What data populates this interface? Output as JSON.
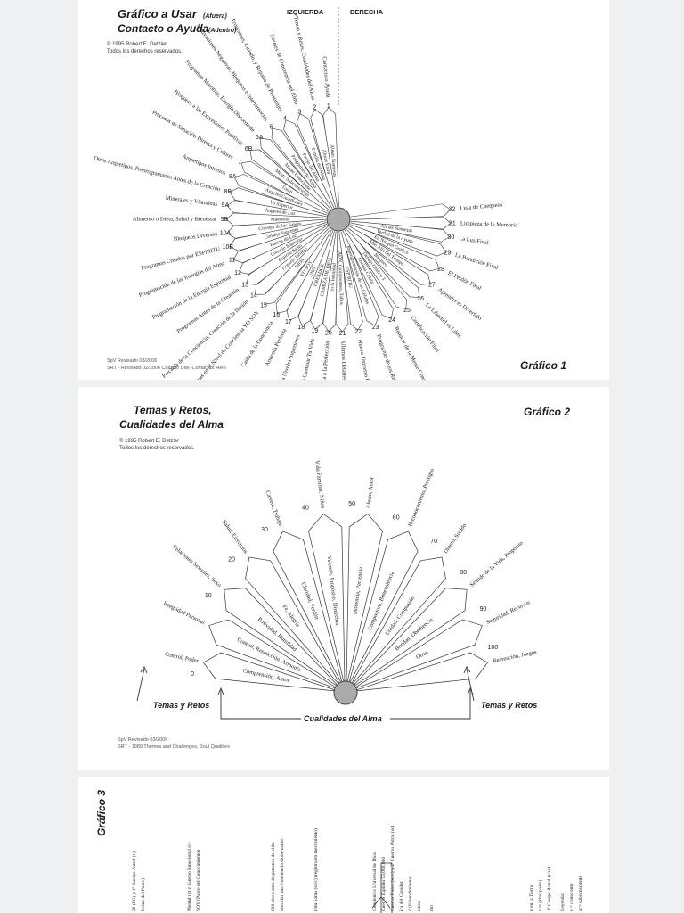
{
  "chart1": {
    "title": "Gráfico a Usar",
    "title_note": "(Afuera)",
    "subtitle": "Contacto o Ayuda",
    "subtitle_note": "(Adentro)",
    "copyright": "© 1995 Robert E. Detzler",
    "rights": "Todos los derechos reservados.",
    "left_header": "IZQUIERDA",
    "right_header": "DERECHA",
    "chart_label": "Gráfico 1",
    "footer1": "SpV Revisado 03/2006",
    "footer2": "SRT - Revisado 02/2006 Chart to Use, Contact or Help",
    "hub_color": "#aaaaaa",
    "spokes": [
      {
        "num": "1",
        "outer": "Contacto o Ayuda",
        "inner": "Almas Siamesas",
        "angle": -95
      },
      {
        "num": "2",
        "outer": "Temas y Retos, Cualidades del Alma",
        "inner": "Almas Extra",
        "angle": -102
      },
      {
        "num": "3",
        "outer": "Niveles de Conciencia del Alma",
        "inner": "Familia del Alma",
        "angle": -110
      },
      {
        "num": "4",
        "outer": "Programas, Cuándo, y Reparto de Personajes",
        "inner": "Pareja del Alma",
        "angle": -118
      },
      {
        "num": "5",
        "outer": "Motivaciones Negativas, Bloqueos e Interferencias",
        "inner": "Programas del Alma",
        "angle": -126
      },
      {
        "num": "6A",
        "outer": "Programas Maestros, Energía Discordante",
        "inner": "Mente Consciente",
        "angle": -134
      },
      {
        "num": "6B",
        "outer": "Bloqueos a las Expresiones Positivas",
        "inner": "Mente Subconsciente",
        "angle": -142
      },
      {
        "num": "7",
        "outer": "Procesos de Sanación Directa y Colores",
        "inner": "Guías",
        "angle": -150
      },
      {
        "num": "8A",
        "outer": "Arquetipos Internos",
        "inner": "Ángeles Guardianes",
        "angle": -158
      },
      {
        "num": "8B",
        "outer": "Otros Arquetipos, Preprogramados Antes de la Creación",
        "inner": "Yo Superior",
        "angle": -166
      },
      {
        "num": "9A",
        "outer": "Minerales y Vitaminas",
        "inner": "Ángeles de Luz",
        "angle": -173
      },
      {
        "num": "9B",
        "outer": "Alimento o Dieta, Salud y Bienestar",
        "inner": "Maestros",
        "angle": -180
      },
      {
        "num": "10A",
        "outer": "Bloqueos Diversos",
        "inner": "Consejo de los Sabios",
        "angle": -187
      },
      {
        "num": "10B",
        "outer": "Programas Creados por ESPIRITU",
        "inner": "Consejo Supremo",
        "angle": -194
      },
      {
        "num": "11",
        "outer": "Programación de las Energías del Alma",
        "inner": "Fuerza de Luz",
        "angle": -201
      },
      {
        "num": "12",
        "outer": "Programación de la Energía Espiritual",
        "inner": "Consejo Supremo",
        "angle": -208
      },
      {
        "num": "13",
        "outer": "Programas Antes de la Creación",
        "inner": "Espíritu Santo",
        "angle": -215
      },
      {
        "num": "14",
        "outer": "Precaída de la Conciencia, Creación de la Ilusión",
        "inner": "Consejo Infinito",
        "angle": -222
      },
      {
        "num": "15",
        "outer": "Programas en el Nivel de Conciencia YO SOY",
        "inner": "DIOS",
        "angle": -229
      },
      {
        "num": "16",
        "outer": "Caída de la Conciencia",
        "inner": "YO SOY",
        "angle": -237
      },
      {
        "num": "17",
        "outer": "Armonía Perfecta",
        "inner": "UNO",
        "angle": -244
      },
      {
        "num": "18",
        "outer": "Bloqueos a Niveles Superiores",
        "inner": "CREADOR",
        "angle": -251
      },
      {
        "num": "19",
        "outer": "Cómo Cambiar Tu Vida",
        "inner": "CABEZA DE DIOS",
        "angle": -258
      },
      {
        "num": "20",
        "outer": "Devolver la Conciencia a la Perfección",
        "inner": "En la Infinidad",
        "angle": -265
      },
      {
        "num": "21",
        "outer": "Últimos Detalles en Este Universo UNO",
        "inner": "ADN, Cromosomas, Tallos",
        "angle": -272
      },
      {
        "num": "22",
        "outer": "Nuevo Universo UNO",
        "inner": "ESPIRITU",
        "angle": -280
      },
      {
        "num": "23",
        "outer": "Programas de los Reinos Espirituales",
        "inner": "Reprogramación de las Células",
        "angle": -289
      },
      {
        "num": "24",
        "outer": "Renacer de la Mente Consciente",
        "inner": "Encima Celular",
        "angle": -298
      },
      {
        "num": "25",
        "outer": "Certificación Final",
        "inner": "Debajo Gráfico 3",
        "angle": -307
      },
      {
        "num": "26",
        "outer": "La Libertad es Libre",
        "inner": "Bloqueo",
        "angle": -316
      },
      {
        "num": "27",
        "outer": "Aprender es Divertido",
        "inner": "Más Allá del Tiempo",
        "angle": -325
      },
      {
        "num": "28",
        "outer": "El Perdón Final",
        "inner": "En Ningún Gráfico",
        "angle": -334
      },
      {
        "num": "29",
        "outer": "La Bendición Final",
        "inner": "Verdad de la Ayuda",
        "angle": -343
      },
      {
        "num": "30",
        "outer": "La Luz Final",
        "inner": "Almas Siamesas",
        "angle": -351
      },
      {
        "num": "31",
        "outer": "Limpieza de la Memoria",
        "inner": "",
        "angle": -358
      },
      {
        "num": "32",
        "outer": "Lista de Chequeos",
        "inner": "",
        "angle": -365
      }
    ]
  },
  "chart2": {
    "title_line1": "Temas y Retos,",
    "title_line2": "Cualidades del Alma",
    "chart_label": "Gráfico 2",
    "copyright": "© 1995 Robert E. Detzler",
    "rights": "Todos los derechos reservados.",
    "left_arrow_label": "Temas y Retos",
    "right_arrow_label": "Temas y Retos",
    "bottom_label": "Cualidades del Alma",
    "footer1": "SpV Revisado 03/2006",
    "footer2": "SRT - 1989 Themes and Challenges, Soul Qualities",
    "hub_color": "#aaaaaa",
    "petals": [
      {
        "num": "0",
        "outer": "Control, Poder",
        "inner": "Comprensión, Amor"
      },
      {
        "num": "",
        "outer": "Integridad Personal",
        "inner": "Control, Restricción, Armonía"
      },
      {
        "num": "10",
        "outer": "Relaciones Sexuales, Sexo",
        "inner": "Posividad, Humildad"
      },
      {
        "num": "20",
        "outer": "Salud, Ejercicios",
        "inner": "Fe, Alegría"
      },
      {
        "num": "30",
        "outer": "Carrera, Trabajo",
        "inner": "Claridad, Perdón"
      },
      {
        "num": "40",
        "outer": "Vida Familiar, Niños",
        "inner": "Valentía, Propósito, Dirección"
      },
      {
        "num": "50",
        "outer": "Afecto, Amor",
        "inner": "Inocencia, Paciencia"
      },
      {
        "num": "60",
        "outer": "Reconocimiento, Prestigio",
        "inner": "Compostura, Benevolencia"
      },
      {
        "num": "70",
        "outer": "Dinero, Sueldo",
        "inner": "Unidad, Compasión"
      },
      {
        "num": "80",
        "outer": "Sentido de la Vida, Propósito",
        "inner": "Bondad, Obediencia"
      },
      {
        "num": "90",
        "outer": "Seguridad, Recursos",
        "inner": "Otros"
      },
      {
        "num": "100",
        "outer": "Recreación, Juegos",
        "inner": ""
      }
    ]
  },
  "chart3": {
    "title": "Gráfico 3",
    "columns": [
      "20 (SC) y 1º Cuerpo Astral (c)",
      "Reino del Padre)",
      "Mental (c) y Cuerpo Emocional (c)",
      "SOY (Padre del Conocimiento)",
      "000 elecciones de patrones de vida.",
      "sarrollar una Conciencia Gobernante.",
      "íritu Santo (sc/c) (registra/en movimiento)",
      "Conciencia Universal de Dios",
      "Cuerpo Espíritu 56,000,000",
      "Cuerpo Físico (sc/c) y 2º Cuerpo Astral (sc)",
      "ica del Creador",
      "d (Entendimiento)",
      "ística",
      "nto",
      "n en la Tierra",
      "rías principales)",
      "1º Cuerpo Astral (c/sc)",
      "Leyenda:",
      "c = consciente",
      "sc= subconsciente"
    ]
  }
}
